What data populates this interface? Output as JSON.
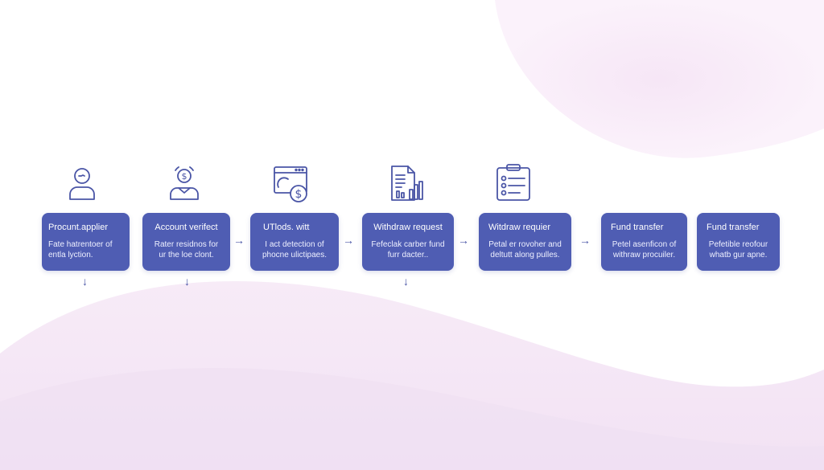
{
  "colors": {
    "box": "#4f5db3",
    "icon_stroke": "#4a55a6",
    "bg_blob": "#f4e6f6"
  },
  "steps": [
    {
      "title": "Procunt.applier",
      "desc": [
        "Fate hatrentoer of",
        "entla lyction."
      ],
      "icon": "user-avatar-icon"
    },
    {
      "title": "Account verifect",
      "desc": [
        "Rater residnos for",
        "ur the loe clont."
      ],
      "icon": "user-dollar-icon"
    },
    {
      "title": "UTlods. witt",
      "desc": [
        "I act detection of",
        "phocne ulictipaes."
      ],
      "icon": "browser-dollar-icon"
    },
    {
      "title": "Withdraw request",
      "desc": [
        "Fefeclak carber fund",
        "furr dacter.."
      ],
      "icon": "document-chart-icon"
    },
    {
      "title": "Witdraw requier",
      "desc": [
        "Petal er rovoher and",
        "deltutt along pulles."
      ],
      "icon": "clipboard-checklist-icon"
    },
    {
      "title": "Fund transfer",
      "desc": [
        "Petel asenficon of",
        "withraw procuiler."
      ],
      "icon": ""
    },
    {
      "title": "Fund transfer",
      "desc": [
        "Pefetible reofour",
        "whatb gur apne."
      ],
      "icon": ""
    }
  ],
  "arrows": {
    "right": "→",
    "down": "↓"
  }
}
